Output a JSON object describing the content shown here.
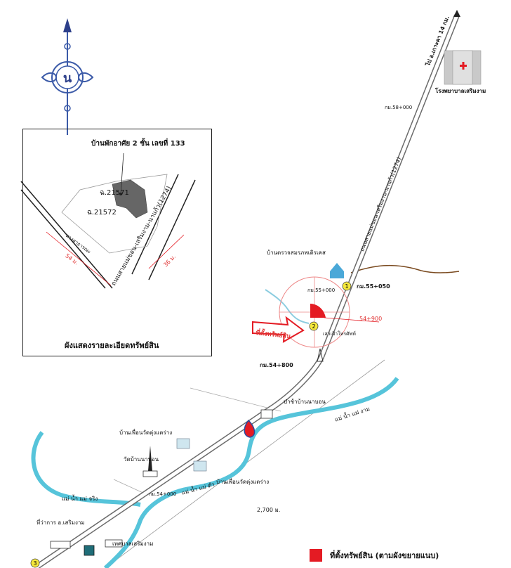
{
  "compass": {
    "letter": "น"
  },
  "road": {
    "main_name": "ถนนสายแม่ขอน-เสริมงาม-นาแก้ว(1274)",
    "to_label": "ไป อ.เกาะคา 14 กม.",
    "inset_road_name": "ถนนสายแม่ขอน-เสริมงาม-นาแก้ว(1274)",
    "inset_lane_name": "ทางสาธารณะ"
  },
  "places": {
    "hospital": "โรงพยาบาลเสริมงาม",
    "km_top": "กม.58+000",
    "health_station": "บ้านตรวจสมรภพเดิรเคส",
    "km_55050": "กม.55+050",
    "km_55000": "กม.55+000",
    "km_54900": "54+900",
    "temple_post": "เสาเฝ้าโทรศัพท์",
    "km_54800": "กม.54+800",
    "forest_office": "ป่าช้าบ้านนาบอน",
    "village_1": "บ้านเพื่อนวัดตุ่งแตร่าง",
    "temple_1": "วัดบ้านนาบอน",
    "village_2": "บ้านเพื่อนวัดตุ่งแตร่าง",
    "km_54000": "กม.54+000",
    "distance": "2,700 ม.",
    "district_office": "ที่ว่าการ อ.เสริมงาม",
    "municipality": "เทศบาลเสริมงาม",
    "property_arrow": "ที่ตั้งทรัพย์สิน"
  },
  "rivers": {
    "river_ngam_1": "แม่ น้ำ แม่ งาม",
    "river_ngam_2": "แม่ น้ำ แม่ ตำ",
    "river_ngam_3": "แม่ น้ำ แม่ จริง"
  },
  "markers": [
    "1",
    "2",
    "3"
  ],
  "inset": {
    "house_label": "บ้านพักอาศัย  2 ชั้น  เลขที่ 133",
    "plot_1": "ฉ.21571",
    "plot_2": "ฉ.21572",
    "dim_1": "54 ม.",
    "dim_2": "36 ม.",
    "caption": "ผังแสดงรายละเอียดทรัพย์สิน"
  },
  "legend": {
    "label": "ที่ตั้งทรัพย์สิน (ตามผังขยายแนบ)",
    "color": "#e41b23"
  },
  "colors": {
    "road_outline": "#6b6b6b",
    "river": "#56c4da",
    "accent_red": "#e41b23",
    "compass_blue": "#3b5aa8",
    "dirt_road": "#7a4a1f"
  }
}
